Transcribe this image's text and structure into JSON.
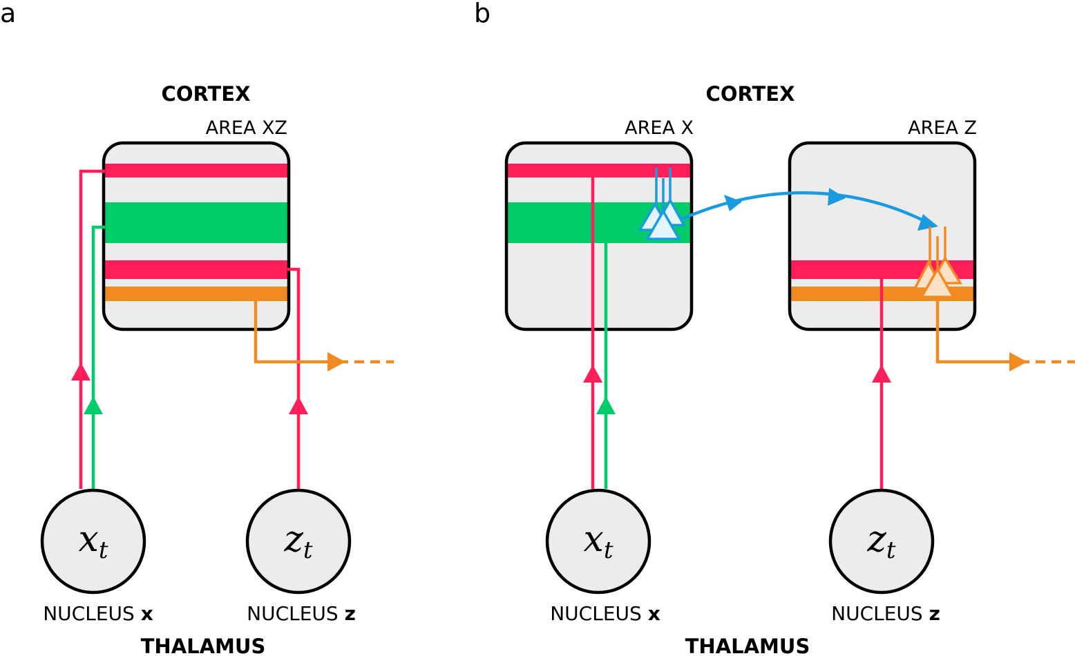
{
  "colors": {
    "red": "#ff1e5a",
    "green": "#00cc6a",
    "orange": "#f28a22",
    "blue": "#1a9ae0",
    "box_fill": "#ececec",
    "outline": "#000000"
  },
  "panel_a": {
    "label": "a",
    "cortex_title": "CORTEX",
    "area_label": "AREA XZ",
    "thalamus_title": "THALAMUS",
    "nucleus_x": {
      "symbol": "x",
      "subscript": "t",
      "label_prefix": "NUCLEUS ",
      "label_letter": "x"
    },
    "nucleus_z": {
      "symbol": "z",
      "subscript": "t",
      "label_prefix": "NUCLEUS ",
      "label_letter": "z"
    }
  },
  "panel_b": {
    "label": "b",
    "cortex_title": "CORTEX",
    "area_x_label": "AREA X",
    "area_z_label": "AREA Z",
    "thalamus_title": "THALAMUS",
    "nucleus_x": {
      "symbol": "x",
      "subscript": "t",
      "label_prefix": "NUCLEUS ",
      "label_letter": "x"
    },
    "nucleus_z": {
      "symbol": "z",
      "subscript": "t",
      "label_prefix": "NUCLEUS ",
      "label_letter": "z"
    }
  }
}
